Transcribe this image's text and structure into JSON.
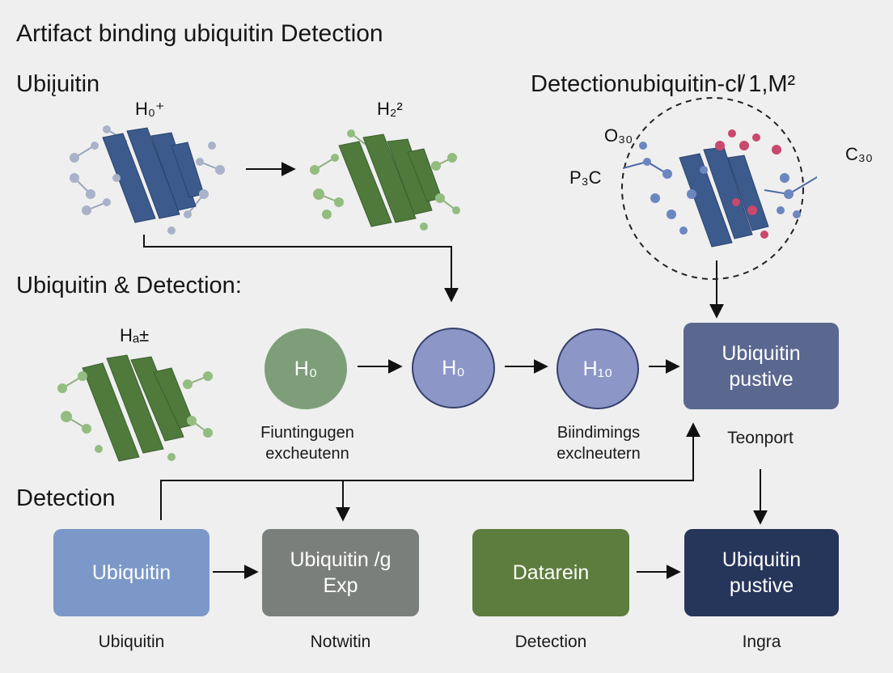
{
  "title": "Artifact binding ubiquitin Detection",
  "sections": {
    "top_left": "Ubiįuitin",
    "top_right": "Detectionubiquitin-cl̸ 1,M²",
    "middle": "Ubiquitin & Detection:",
    "bottom": "Detection"
  },
  "molecule_labels": {
    "m1": "H₀⁺",
    "m2": "H₂²",
    "m3": "Hₐ±",
    "complex_o": "O₃₀",
    "complex_p": "P₃C",
    "complex_c": "C₃₀"
  },
  "flow": {
    "circles": [
      {
        "label": "H₀",
        "color": "#7e9e7a"
      },
      {
        "label": "H₀",
        "color": "#8c97c8"
      },
      {
        "label": "H₁₀",
        "color": "#8c97c8"
      }
    ],
    "result_box": {
      "label": "Ubiquitin\npustive",
      "color": "#5a6890"
    },
    "captions": [
      "Fiuntingugen\nexcheutenn",
      "Biindimings\nexclneutern",
      "Teonport"
    ]
  },
  "bottom_row": {
    "boxes": [
      {
        "label": "Ubiquitin",
        "color": "#7c98c8"
      },
      {
        "label": "Ubiquitin /g\nExp",
        "color": "#7b7f7b"
      },
      {
        "label": "Datarein",
        "color": "#5c7d3e"
      },
      {
        "label": "Ubiquitin\npustive",
        "color": "#26355a"
      }
    ],
    "captions": [
      "Ubiquitin",
      "Notwitin",
      "Detection",
      "Ingra"
    ]
  },
  "icons": [
    "protein-blue-icon",
    "protein-green-icon",
    "protein-green-large-icon",
    "protein-complex-icon"
  ],
  "colors": {
    "blue_ribbon": "#3d5a8c",
    "green_ribbon": "#4f7a3c",
    "pink_atom": "#c9486d"
  }
}
